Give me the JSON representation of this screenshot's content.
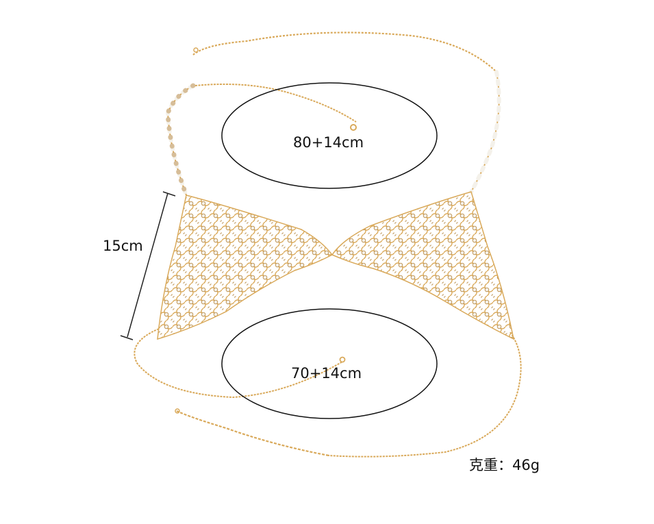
{
  "product": {
    "type": "rhinestone body chain bralette",
    "colors": {
      "chain": "#d9a95a",
      "rhinestone": "#f4f1ea",
      "rhinestone_edge": "#b88a45",
      "outline": "#111111",
      "background": "#ffffff"
    }
  },
  "measurements": {
    "neck_chain": "80+14cm",
    "waist_chain": "70+14cm",
    "cup_height": "15cm"
  },
  "weight": {
    "label": "克重：46g"
  }
}
